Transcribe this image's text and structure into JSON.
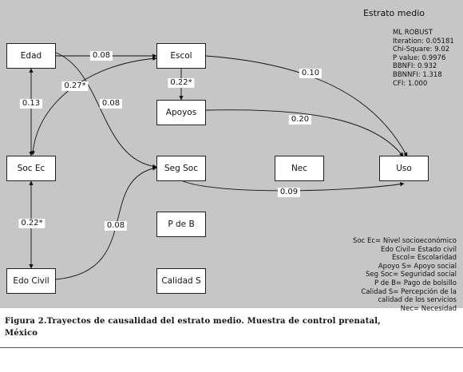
{
  "group_title": "Estrato medio",
  "stats": [
    "ML ROBUST",
    "Iteration: 0.05181",
    "Chi-Square: 9.02",
    "P value: 0.9976",
    "BBNFI: 0.932",
    "BBNNFI: 1.318",
    "CFI: 1.000"
  ],
  "nodes": {
    "edad": "Edad",
    "escol": "Escol",
    "apoyos": "Apoyos",
    "socec": "Soc Ec",
    "segsoc": "Seg Soc",
    "nec": "Nec",
    "uso": "Uso",
    "pdeb": "P de B",
    "edocivil": "Edo Civil",
    "calidad": "Calidad S"
  },
  "edges": {
    "edad_escol": "0.08",
    "edad_socec": "0.13",
    "escol_socec": "0.27*",
    "edad_segsoc": "0.08",
    "escol_apoyos": "0.22*",
    "escol_uso": "0.10",
    "apoyos_uso": "0.20",
    "segsoc_uso": "0.09",
    "socec_edocivil": "0.22*",
    "edocivil_segsoc": "0.08"
  },
  "legend": [
    "Soc Ec= Nivel socioeconómico",
    "Edo Civil= Estado civil",
    "Escol= Escolaridad",
    "Apoyo S= Apoyo social",
    "Seg Soc= Seguridad social",
    "P de B= Pago de bolsillo",
    "Calidad S= Percepción de la",
    "calidad de los servicios",
    "Nec= Necesidad"
  ],
  "caption": {
    "line1": "Figura 2.Trayectos de causalidad del estrato medio. Muestra de control prenatal,",
    "line2": "México"
  }
}
